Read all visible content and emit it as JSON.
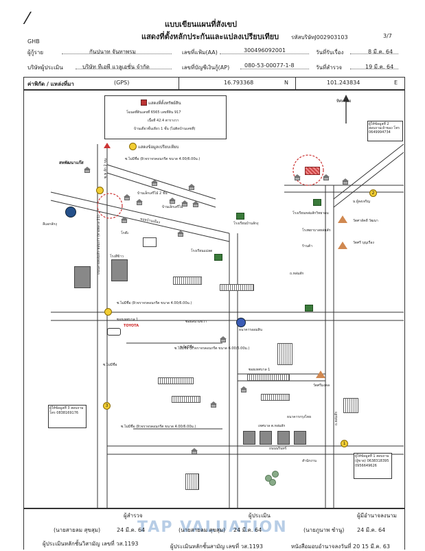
{
  "header": {
    "slash": "/",
    "title1": "แบบเขียนแผนที่สังเขป",
    "title2": "แสดงที่ตั้งหลักประกันและแปลงเปรียบเทียบ",
    "code": "รหัสบริษัทJ002903103",
    "page": "3/7",
    "bank": "GHB"
  },
  "info": {
    "applicant_label": "ผู้กู้ราย",
    "applicant": "กันปนาท จันทาพรม",
    "file_label": "เลขที่แฟ้ม(AA)",
    "file_no": "300496092001",
    "receive_label": "วันที่รับเรื่อง",
    "receive_date": "8 มี.ค. 64",
    "company_label": "บริษัทผู้ประเมิน",
    "company": "บริษัท ทีเอพี แวลูเอชั่น จำกัด",
    "account_label": "เลขที่บัญชีเงินกู้(AP)",
    "account_no": "080-53-00077-1-8",
    "survey_label": "วันที่สำรวจ",
    "survey_date": "19 มี.ค. 64"
  },
  "coords": {
    "label": "ค่าพิกัด / แหล่งที่มา",
    "source": "(GPS)",
    "lat": "16.793368",
    "lat_dir": "N",
    "lon": "101.243834",
    "lon_dir": "E"
  },
  "legend": {
    "title": "แสดงที่ตั้งทรัพย์สิน",
    "line1": "โฉนดที่ดินเลขที่ 6565 เลขที่ดิน 917",
    "line2": "เนื้อที่ 42.4 ตารางวา",
    "line3": "บ้านเดี่ยวชั้นเดียว 1 ชั้น (ไม่ติดบ้านเลขที่)",
    "compare": "แสดงข้อมูลเปรียบเทียบ"
  },
  "north": "ทิศเหนือ",
  "map_labels": {
    "sahakorn": "สหพัฒนาแก๊ส",
    "road_main": "ถนนสายหล่มสัก-หล่มเก่า (ทางหลวง 21)",
    "soi_left": "ซ.พ ลัก 2 ขน",
    "road_top": "ซ.ไม่มีชื่อ (ผิวจราจรคอนกรีต ขนาด 4.00/6.00ม.)",
    "village1": "บ้านเล็กเสรีไม้ 2 ชั้น",
    "village2": "บ้านเล็กเสรีไม้",
    "soi_banmuang": "ซอยบ้านเมือง",
    "school1": "โรงเรียนบ้านลักงุ",
    "school2": "โรงเรียนหล่มสักวิทยาคม",
    "lomsak": "ลีแอกลักงุ",
    "ketta": "โกต๊ะ",
    "school3": "โรงเรียนแม่ลด",
    "hospital": "โรงพยาบาลหล่มสัก",
    "market1": "โรงสีข้าว",
    "store": "ร้านค้า",
    "bank": "ธนาคารออมสิน",
    "road_ma": "ถ.หล่มสัก",
    "soi_satsanam": "ซอยสนามขวา",
    "toyota": "TOYOTA",
    "road_soi2": "ซอยเทศบาล 1",
    "soi_nomai": "ซ.ไม่มีชื่อ",
    "soi_nomai2": "ซ.ไม่มีชื่อ",
    "tessaban": "ซอยเทศบาล 1",
    "temple1": "ม.ผู้ลงเจริญ",
    "temple2": "วัดศาลัคดี วัฒนา",
    "temple3": "วัดศรี บุญเรือง",
    "temple4": "วัดศรีมงคล",
    "road_right": "ถ.หล่มสัก",
    "office": "เทศบาล ต.หล่มสัก",
    "bank2": "ธนาคารกรุงไทย",
    "road_bottom": "ถนนนรินทร์",
    "sub_right": "สำนักงาน",
    "road_mid": "ซ.ไม่มีชื่อ (ผิวจราจรคอนกรีต ขนาด 4.00/6.00ม.)",
    "road_mid2": "ซ.ไม่มีชื่อ (ผิวจราจรคอนกรีต ขนาด 6.00/6.00ม.)",
    "road_mid3": "ซ.ไม่มีชื่อ (ผิวจราจรคอนกรีต ขนาด 4.00/6.00ม.)"
  },
  "comparisons": [
    {
      "no": "2",
      "text": "ผู้ให้ข้อมูลที่ 2 สอบถามเจ้าของ โทร 0649994734"
    },
    {
      "no": "3",
      "text": "ผู้ให้ข้อมูลที่ 3 สอบถาม โทร 0838169176"
    },
    {
      "no": "1",
      "text": "ผู้ให้ข้อมูลที่ 1 สอบถาม (ผู้ขาย) 0638318395 0956649626"
    }
  ],
  "footer": {
    "sig1_role": "ผู้สำรวจ",
    "sig1_name": "(นายสายลม สุขสุม)",
    "sig1_date": "24 มี.ค. 64",
    "sig2_role": "ผู้ประเมิน",
    "sig2_name": "(นายสายลม สุขสุม)",
    "sig2_date": "24 มี.ค. 64",
    "sig3_role": "ผู้มีอำนาจลงนาม",
    "sig3_name": "(นายภูนาพ ชำนู)",
    "sig3_date": "24 มี.ค. 64",
    "lic1": "ผู้ประเมินหลักชั้นวิสามัญ เลขที่ วส.1193",
    "lic2": "ผู้ประเมินหลักชั้นสามัญ เลขที่ วส.1193",
    "lic3": "หนังสือมอบอำนาจลงวันที่ 20 15 มี.ค. 63",
    "watermark": "TAP VALUATION"
  }
}
